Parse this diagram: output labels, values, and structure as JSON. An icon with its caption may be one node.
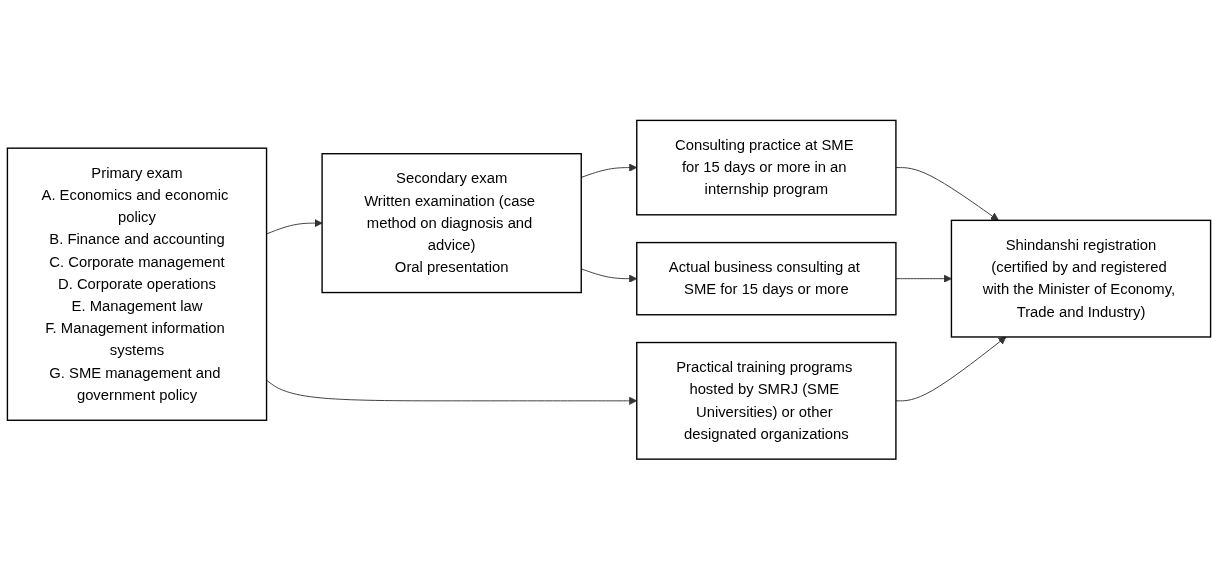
{
  "diagram": {
    "nodes": [
      {
        "text": [
          "Primary exam",
          "A. Economics and economic policy",
          "B. Finance and accounting",
          "C. Corporate management",
          "D. Corporate operations",
          "E. Management law",
          "F. Management information systems",
          "G. SME management and government policy"
        ]
      },
      {
        "text": [
          "Secondary exam",
          "Written examination (case method on diagnosis and advice)",
          "Oral presentation"
        ]
      },
      {
        "text": [
          "Consulting practice at SME for 15 days or more in an internship program"
        ]
      },
      {
        "text": [
          "Actual business consulting at SME for 15 days or more"
        ]
      },
      {
        "text": [
          "Practical training programs hosted by SMRJ (SME Universities) or other designated organizations"
        ]
      },
      {
        "text": [
          "Shindanshi registration",
          "(certified by and registered with the Minister of Economy, Trade and Industry)"
        ]
      }
    ],
    "edges": [
      {
        "from": 0,
        "to": 1,
        "arrow": "to"
      },
      {
        "from": 0,
        "to": 4,
        "arrow": "to"
      },
      {
        "from": 1,
        "to": 2,
        "arrow": "to"
      },
      {
        "from": 1,
        "to": 3,
        "arrow": "to"
      },
      {
        "from": 2,
        "to": 5,
        "arrow": "to"
      },
      {
        "from": 3,
        "to": 5,
        "arrow": "to"
      },
      {
        "from": 4,
        "to": 5,
        "arrow": "to"
      }
    ]
  }
}
